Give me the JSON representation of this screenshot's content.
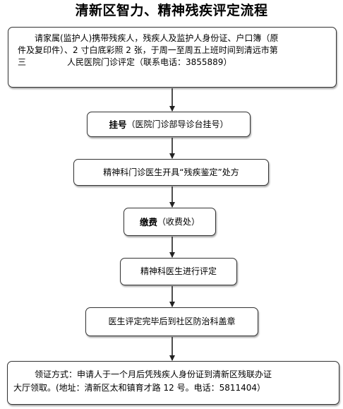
{
  "title": "清新区智力、精神残疾评定流程",
  "steps": {
    "s1": {
      "line1": "请家属(监护人)携带残疾人，残疾人及监护人身份证、户口簿（原",
      "line2": "件及复印件）、2 寸白底彩照 2 张，于周一至周五上班时间到清远市第",
      "line3a": "三",
      "line3b": "人民医院门诊评定（联系电话：3855889）"
    },
    "s2": {
      "bold": "挂号",
      "text": "（医院门诊部导诊台挂号）"
    },
    "s3": {
      "text": "精神科门诊医生开具“残疾鉴定”处方"
    },
    "s4": {
      "bold": "缴费",
      "text": "（收费处）"
    },
    "s5": {
      "text": "精神科医生进行评定"
    },
    "s6": {
      "text": "医生评定完毕后到社区防治科盖章"
    },
    "s7": {
      "line1": "领证方式：申请人于一个月后凭残疾人身份证到清新区残联办证",
      "line2": "大厅领取。(地址：清新区太和镇育才路 12 号。电话：5811404）"
    }
  },
  "colors": {
    "border": "#333333",
    "arrow": "#222222",
    "background": "#ffffff"
  }
}
